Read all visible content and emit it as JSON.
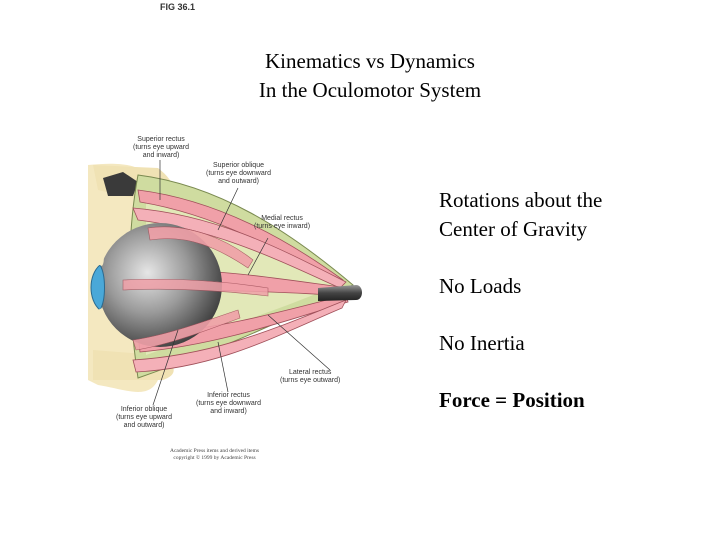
{
  "fig_label": "FIG 36.1",
  "title": {
    "line1": "Kinematics vs Dynamics",
    "line2": "In the Oculomotor System"
  },
  "diagram_labels": {
    "superior_rectus": [
      "Superior rectus",
      "(turns eye upward",
      "and inward)"
    ],
    "superior_oblique": [
      "Superior oblique",
      "(turns eye downward",
      "and outward)"
    ],
    "medial_rectus": [
      "Medial rectus",
      "(turns eye inward)"
    ],
    "lateral_rectus": [
      "Lateral rectus",
      "(turns eye outward)"
    ],
    "inferior_rectus": [
      "Inferior rectus",
      "(turns eye downward",
      "and inward)"
    ],
    "inferior_oblique": [
      "Inferior oblique",
      "(turns eye upward",
      "and outward)"
    ]
  },
  "copyright": [
    "Academic Press items and derived items",
    "copyright © 1999 by Academic Press"
  ],
  "bullets": {
    "item1_line1": "Rotations about the",
    "item1_line2": "Center of Gravity",
    "item2": "No Loads",
    "item3": "No Inertia",
    "item4": "Force = Position"
  },
  "colors": {
    "muscle": "#f0a0a8",
    "orbit_fat": "#cfdca0",
    "skin": "#f4e8c0",
    "eyeball": "#8a8a8a",
    "cornea": "#4aa8d8",
    "nerve": "#555555"
  }
}
